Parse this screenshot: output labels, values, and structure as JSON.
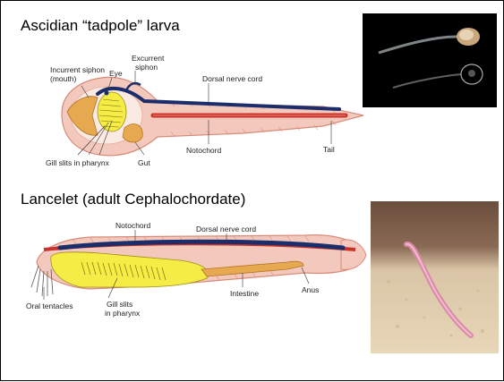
{
  "slide": {
    "title1": "Ascidian “tadpole” larva",
    "title2": "Lancelet (adult Cephalochordate)"
  },
  "tadpole_labels": {
    "incurrent_line1": "Incurrent siphon",
    "incurrent_line2": "(mouth)",
    "eye": "Eye",
    "excurrent_line1": "Excurrent",
    "excurrent_line2": "siphon",
    "dorsal_nerve_cord": "Dorsal nerve cord",
    "notochord": "Notochord",
    "tail": "Tail",
    "gill_slits": "Gill slits in pharynx",
    "gut": "Gut"
  },
  "lancelet_labels": {
    "notochord": "Notochord",
    "dorsal_nerve_cord": "Dorsal nerve cord",
    "oral_tentacles": "Oral tentacles",
    "gill_slits_line1": "Gill slits",
    "gill_slits_line2": "in pharynx",
    "intestine": "Intestine",
    "anus": "Anus"
  },
  "colors": {
    "body_pink": "#f4c9bd",
    "body_outline": "#d88a7a",
    "nerve_cord": "#1b2e6b",
    "notochord": "#c8332b",
    "pharynx_yellow": "#f5ec45",
    "gut_orange": "#e7a94f",
    "photo_dark": "#000000",
    "sand": "#e8d6b8"
  }
}
